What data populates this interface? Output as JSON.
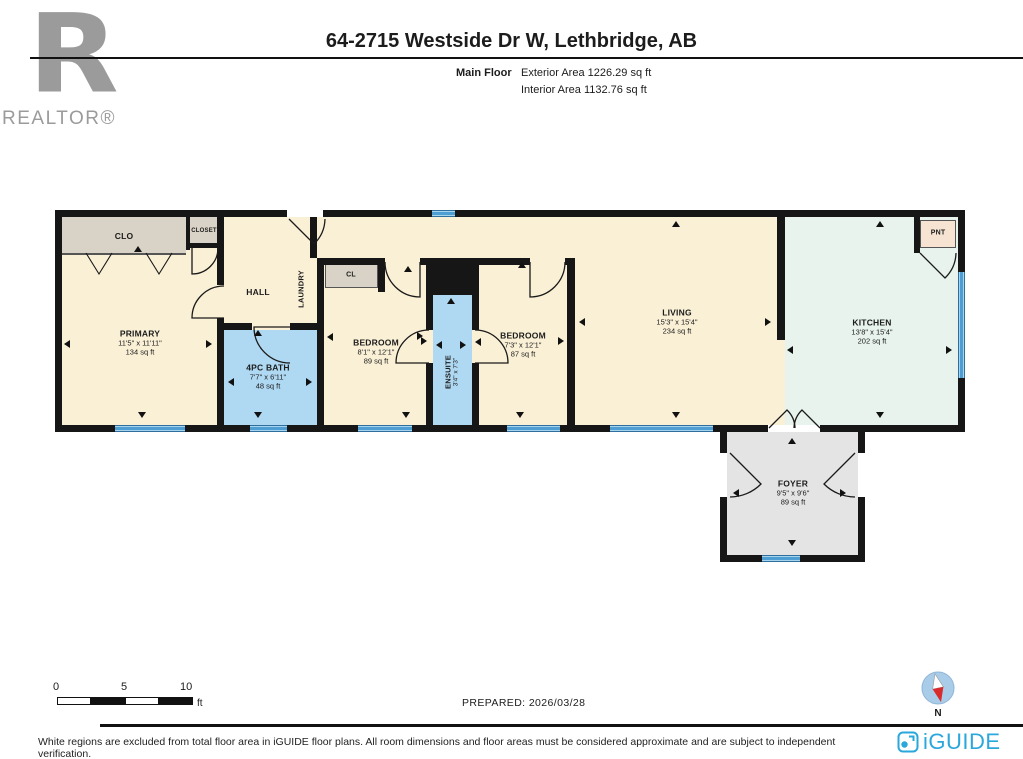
{
  "header": {
    "realtor_logo_letter": "R",
    "realtor_logo": "REALTOR®",
    "title": "64-2715 Westside Dr W, Lethbridge, AB",
    "floor_label": "Main Floor",
    "exterior_area": "Exterior Area 1226.29 sq ft",
    "interior_area": "Interior Area 1132.76 sq ft"
  },
  "rooms": {
    "clo": {
      "name": "CLO"
    },
    "closet": {
      "name": "CLOSET"
    },
    "primary": {
      "name": "PRIMARY",
      "dims": "11'5\" x 11'11\"",
      "area": "134 sq ft"
    },
    "hall": {
      "name": "HALL"
    },
    "laundry": {
      "name": "LAUNDRY"
    },
    "cl": {
      "name": "CL"
    },
    "bath": {
      "name": "4PC BATH",
      "dims": "7'7\" x 6'11\"",
      "area": "48 sq ft"
    },
    "bedroom1": {
      "name": "BEDROOM",
      "dims": "8'1\" x 12'1\"",
      "area": "89 sq ft"
    },
    "ensuite": {
      "name": "ENSUITE",
      "dims": "3'4\" x 7'3\""
    },
    "bedroom2": {
      "name": "BEDROOM",
      "dims": "7'3\" x 12'1\"",
      "area": "87 sq ft"
    },
    "living": {
      "name": "LIVING",
      "dims": "15'3\" x 15'4\"",
      "area": "234 sq ft"
    },
    "kitchen": {
      "name": "KITCHEN",
      "dims": "13'8\" x 15'4\"",
      "area": "202 sq ft"
    },
    "pnt": {
      "name": "PNT"
    },
    "foyer": {
      "name": "FOYER",
      "dims": "9'5\" x 9'6\"",
      "area": "89 sq ft"
    }
  },
  "footer": {
    "scale": {
      "tick0": "0",
      "tick5": "5",
      "tick10": "10",
      "unit": "ft"
    },
    "prepared": "PREPARED: 2026/03/28",
    "compass_label": "N",
    "disclaimer": "White regions are excluded from total floor area in iGUIDE floor plans. All room dimensions and floor areas must be considered approximate and are subject to independent verification.",
    "brand": "iGUIDE"
  },
  "colors": {
    "brand_blue": "#2AA7DB",
    "window_blue": "#4E9ED3",
    "room_cream": "#FAF0D6",
    "wet_room_blue": "#AFD8F2",
    "kitchen_mint": "#E7F3EC",
    "closet_taupe": "#D9D2C6",
    "foyer_gray": "#E4E4E4",
    "pantry_tan": "#F6E3D2",
    "wall_black": "#161616",
    "compass_red": "#D92B2B",
    "realtor_gray": "#9B9B9B"
  }
}
